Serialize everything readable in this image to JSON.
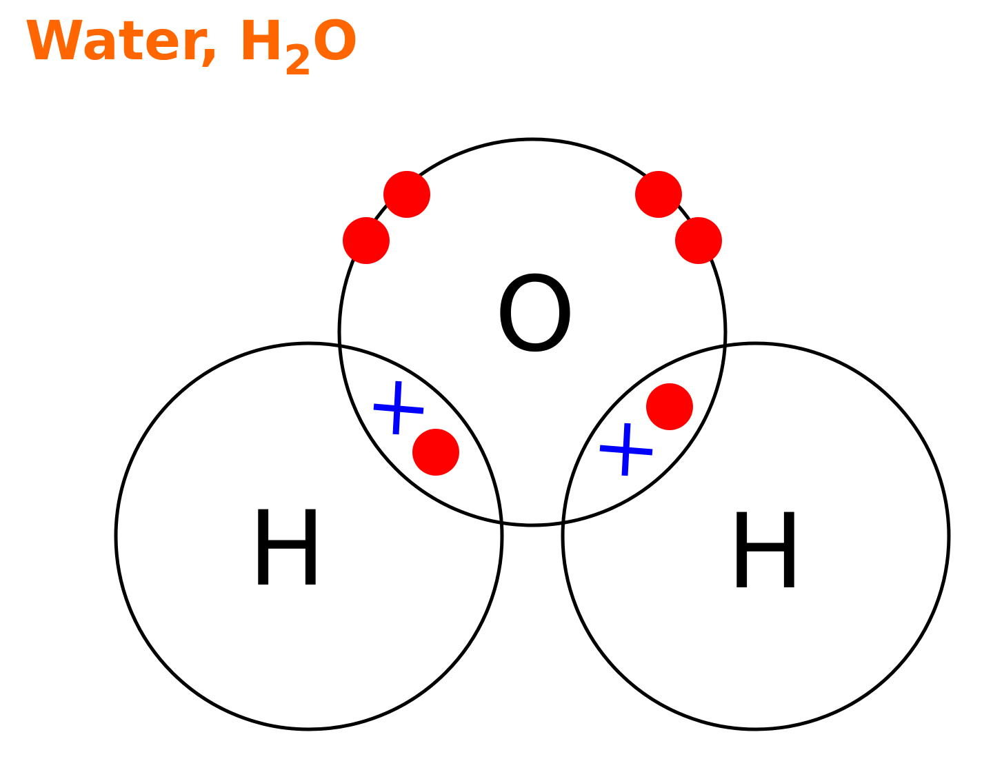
{
  "title": {
    "prefix": "Water, H",
    "subscript": "2",
    "suffix": "O"
  },
  "atoms": {
    "oxygen": {
      "symbol": "O"
    },
    "hydrogen_left": {
      "symbol": "H"
    },
    "hydrogen_right": {
      "symbol": "H"
    }
  },
  "colors": {
    "title": "#ff6600",
    "oxygen_electron": "#ff0000",
    "hydrogen_electron": "#0000ff",
    "outline": "#000000"
  },
  "electron_markers": {
    "oxygen": "dot",
    "hydrogen": "cross"
  }
}
